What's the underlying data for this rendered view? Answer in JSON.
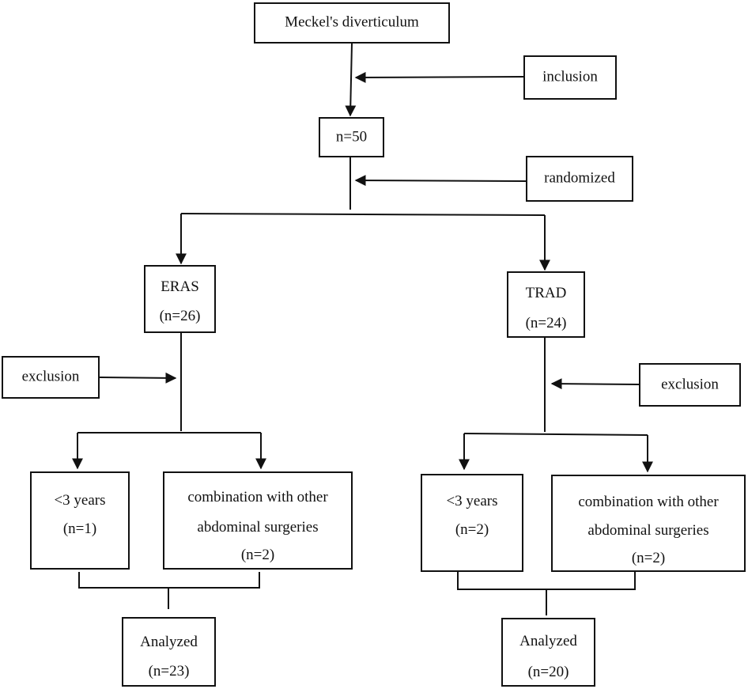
{
  "source": {
    "label": "Meckel's diverticulum"
  },
  "inclusion": {
    "label": "inclusion"
  },
  "enrolled": {
    "count": "n=50"
  },
  "randomized": {
    "label": "randomized"
  },
  "eras": {
    "name": "ERAS",
    "count": "(n=26)"
  },
  "trad": {
    "name": "TRAD",
    "count": "(n=24)"
  },
  "eras_exclusion": {
    "label": "exclusion",
    "age": {
      "label": "<3 years",
      "count": "(n=1)"
    },
    "combo": {
      "line1": "combination with other",
      "line2": "abdominal surgeries",
      "count": "(n=2)"
    }
  },
  "trad_exclusion": {
    "label": "exclusion",
    "age": {
      "label": "<3 years",
      "count": "(n=2)"
    },
    "combo": {
      "line1": "combination with other",
      "line2": "abdominal surgeries",
      "count": "(n=2)"
    }
  },
  "eras_analyzed": {
    "label": "Analyzed",
    "count": "(n=23)"
  },
  "trad_analyzed": {
    "label": "Analyzed",
    "count": "(n=20)"
  },
  "colors": {
    "stroke": "#111111",
    "background": "#ffffff"
  }
}
